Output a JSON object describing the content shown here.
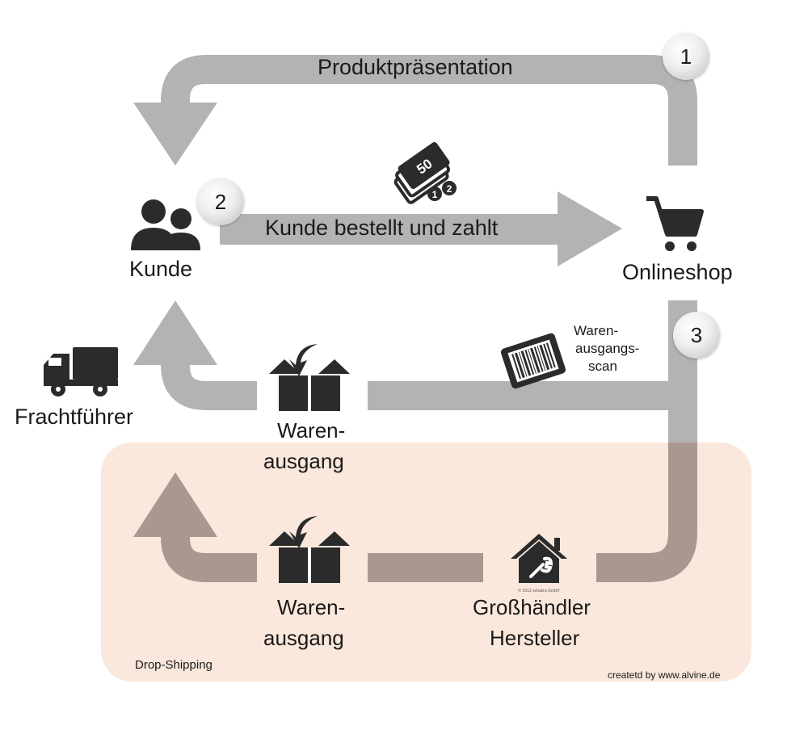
{
  "steps": {
    "one": "1",
    "two": "2",
    "three": "3"
  },
  "labels": {
    "produktpraesentation": "Produktpräsentation",
    "bestellt": "Kunde bestellt und zahlt",
    "kunde": "Kunde",
    "onlineshop": "Onlineshop",
    "frachtfuehrer": "Frachtführer",
    "warenausgang_top": [
      "Waren-",
      "ausgang"
    ],
    "scan": [
      "Waren-",
      "ausgangs-",
      "scan"
    ],
    "warenausgang_bottom": [
      "Waren-",
      "ausgang"
    ],
    "grosshaendler": [
      "Großhändler",
      "Hersteller"
    ],
    "drop_shipping": "Drop-Shipping",
    "credit": "createtd by www.alvine.de",
    "tiny_copyright": "© 2012 schukra GmbH"
  },
  "cash_icon_numbers": {
    "note": "50",
    "coin_a": "1",
    "coin_b": "2"
  },
  "colors": {
    "arrow_gray": "#b3b3b3",
    "arrow_brown": "#a89890",
    "dropship_bg": "#fbe8dc",
    "icon_dark": "#2b2b2b"
  },
  "icons": [
    "users-icon",
    "shopping-cart-icon",
    "truck-icon",
    "cash-icon",
    "box-icon",
    "barcode-icon",
    "house-wrench-icon"
  ]
}
